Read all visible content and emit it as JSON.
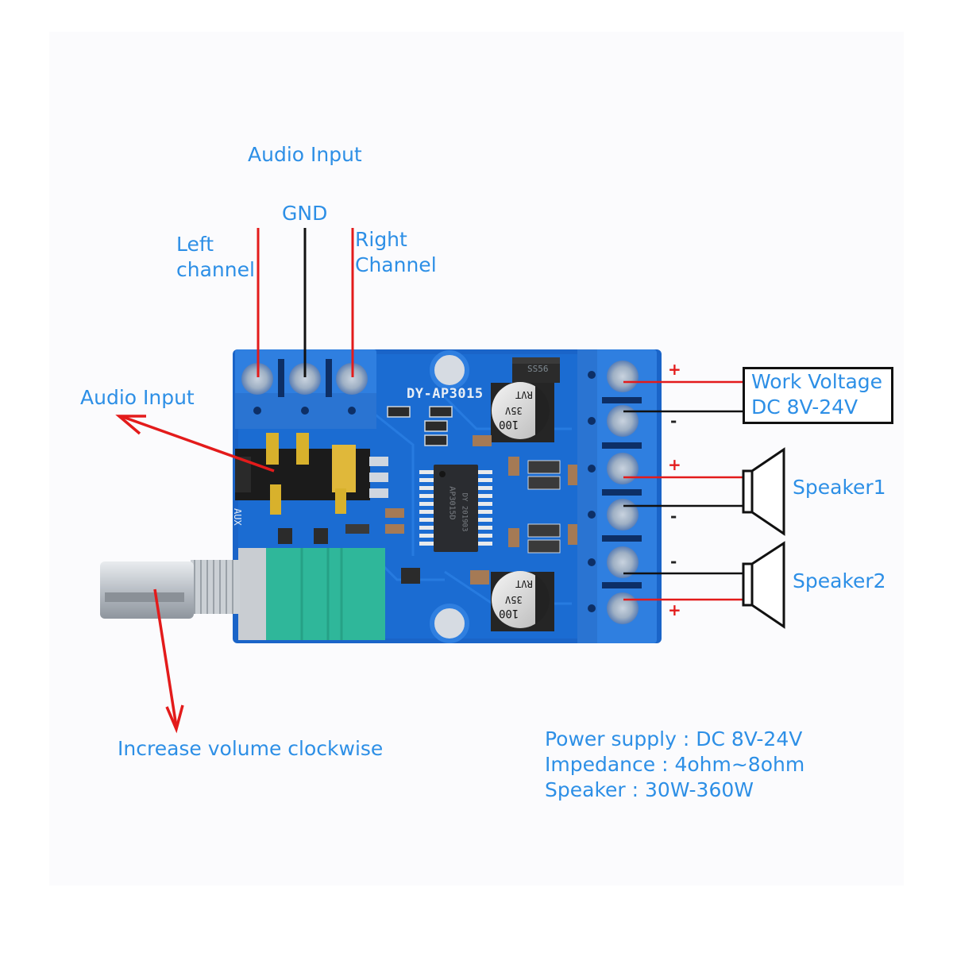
{
  "board": {
    "model_silk": "DY-AP3015",
    "aux_silk": "AUX",
    "ic_marking": [
      "AP3015D",
      "DY 201903"
    ],
    "diode_marking": "SS56",
    "capacitor_marking": [
      "RVT",
      "35V",
      "100"
    ]
  },
  "labels": {
    "audio_input_top": "Audio Input",
    "gnd": "GND",
    "left_channel": [
      "Left",
      "channel"
    ],
    "right_channel": [
      "Right",
      "Channel"
    ],
    "audio_input_jack": "Audio Input",
    "volume_hint": "Increase volume clockwise",
    "work_voltage": [
      "Work Voltage",
      "DC 8V-24V"
    ],
    "speaker1": "Speaker1",
    "speaker2": "Speaker2"
  },
  "polarity": {
    "power": [
      "+",
      "-"
    ],
    "speaker1": [
      "+",
      "-"
    ],
    "speaker2": [
      "-",
      "+"
    ]
  },
  "specs": [
    "Power supply : DC 8V-24V",
    "Impedance : 4ohm~8ohm",
    "Speaker : 30W-360W"
  ],
  "colors": {
    "label_blue": "#2d8fe6",
    "wire_red": "#e31b1b",
    "wire_black": "#111111",
    "pcb_blue": "#1a64c8",
    "terminal_blue": "#2f7fe0",
    "pot_green": "#2fb79a"
  }
}
